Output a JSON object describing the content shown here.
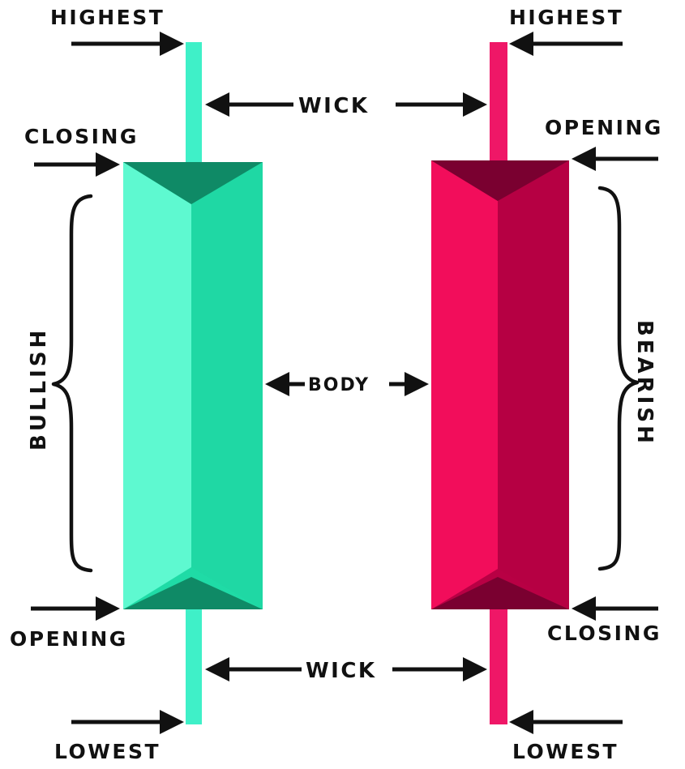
{
  "labels": {
    "left_highest": "HIGHEST",
    "right_highest": "HIGHEST",
    "top_wick": "WICK",
    "left_closing": "CLOSING",
    "right_opening": "OPENING",
    "body": "BODY",
    "bullish": "BULLISH",
    "bearish": "BEARISH",
    "left_opening": "OPENING",
    "right_closing": "CLOSING",
    "bottom_wick": "WICK",
    "left_lowest": "LOWEST",
    "right_lowest": "LOWEST"
  },
  "colors": {
    "bullish_wick": "#3ff0c8",
    "bullish_body_light": "#5ef9d0",
    "bullish_body_mid": "#1fdba6",
    "bullish_body_dark": "#0f8a66",
    "bearish_wick": "#ef1767",
    "bearish_body_light": "#f20d5b",
    "bearish_body_mid": "#b80044",
    "bearish_body_dark": "#7a0030",
    "ink": "#111111"
  }
}
